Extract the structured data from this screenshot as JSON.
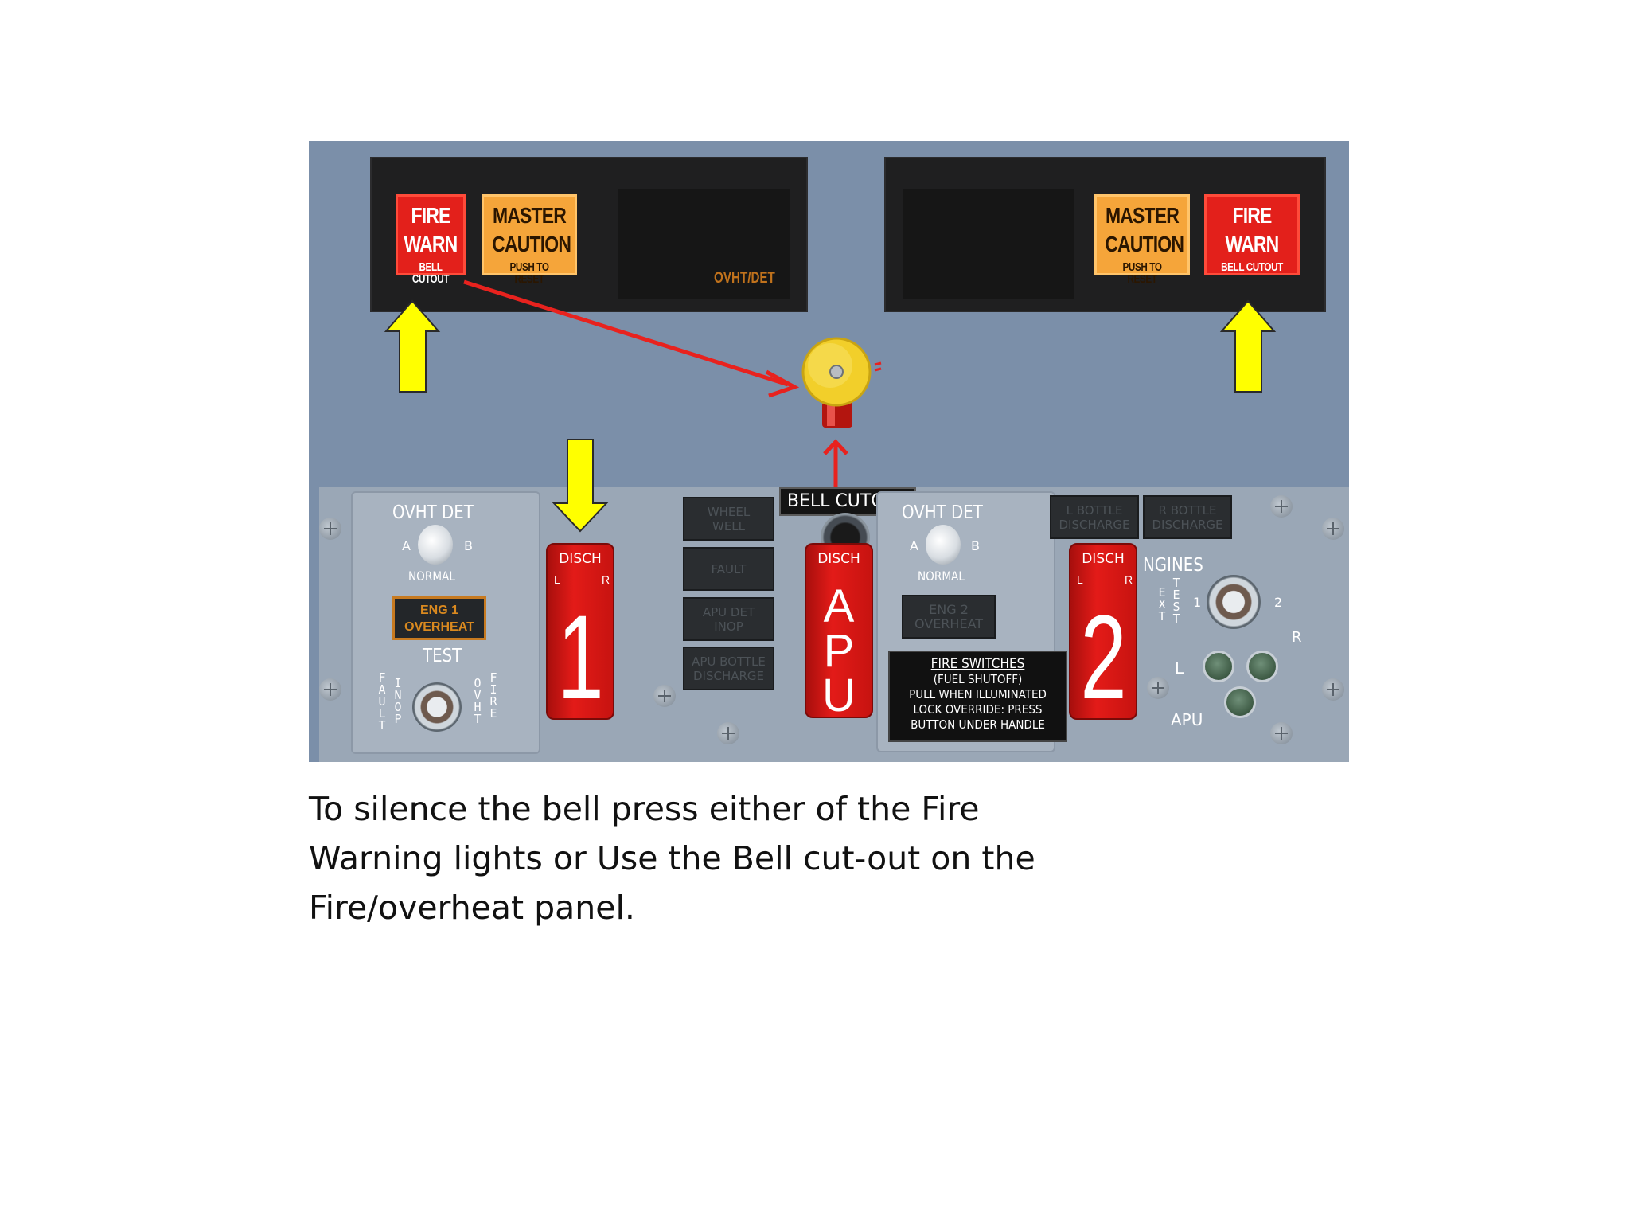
{
  "glareshield": {
    "left": {
      "fire_warn": {
        "line1": "FIRE",
        "line2": "WARN",
        "line3": "BELL CUTOUT"
      },
      "master_caution": {
        "line1": "MASTER",
        "line2": "CAUTION",
        "line3": "PUSH TO RESET"
      },
      "ovht_det_label": "OVHT/DET"
    },
    "right": {
      "master_caution": {
        "line1": "MASTER",
        "line2": "CAUTION",
        "line3": "PUSH TO RESET"
      },
      "fire_warn": {
        "line1": "FIRE",
        "line2": "WARN",
        "line3": "BELL CUTOUT"
      }
    }
  },
  "fire_panel": {
    "left_module": {
      "ovht_det": "OVHT DET",
      "toggle_a": "A",
      "toggle_b": "B",
      "normal": "NORMAL",
      "eng1_overheat_line1": "ENG 1",
      "eng1_overheat_line2": "OVERHEAT",
      "test": "TEST",
      "fault": "FAULT",
      "inop": "INOP",
      "ovht": "OVHT",
      "fire": "FIRE"
    },
    "handle_1": {
      "disch": "DISCH",
      "l": "L",
      "r": "R",
      "number": "1"
    },
    "center_lights": {
      "wheel_well": [
        "WHEEL",
        "WELL"
      ],
      "fault": [
        "FAULT"
      ],
      "apu_det_inop": [
        "APU DET",
        "INOP"
      ],
      "apu_bottle_discharge": [
        "APU BOTTLE",
        "DISCHARGE"
      ]
    },
    "bell_cutout": "BELL CUTOUT",
    "apu_handle": {
      "disch": "DISCH",
      "letters": [
        "A",
        "P",
        "U"
      ]
    },
    "right_module": {
      "ovht_det": "OVHT DET",
      "toggle_a": "A",
      "toggle_b": "B",
      "normal": "NORMAL",
      "eng2_overheat_line1": "ENG 2",
      "eng2_overheat_line2": "OVERHEAT"
    },
    "fire_switches_placard": [
      "FIRE SWITCHES",
      "(FUEL SHUTOFF)",
      "PULL WHEN ILLUMINATED",
      "LOCK OVERRIDE: PRESS",
      "BUTTON UNDER HANDLE"
    ],
    "handle_2": {
      "disch": "DISCH",
      "l": "L",
      "r": "R",
      "number": "2"
    },
    "bottle_lights": {
      "l_bottle": [
        "L BOTTLE",
        "DISCHARGE"
      ],
      "r_bottle": [
        "R BOTTLE",
        "DISCHARGE"
      ]
    },
    "engines_module": {
      "engines": "NGINES",
      "ext": "EXT",
      "test": "TEST",
      "one": "1",
      "two": "2",
      "l": "L",
      "r": "R",
      "apu": "APU"
    }
  },
  "caption": {
    "line1": "To silence the bell press either of the Fire",
    "line2": "Warning lights or Use the Bell cut-out on the",
    "line3": "Fire/overheat panel."
  },
  "colors": {
    "panel_background": "#7b8fa9",
    "fire_warn": "#e3201b",
    "master_caution": "#f5a53a",
    "pointer_arrow": "#ffff00",
    "annotation_arrow": "#e8221e",
    "bell": "#f2cf2a"
  },
  "icons": [
    "bell-icon",
    "yellow-arrow-icon",
    "red-arrow-icon",
    "screw-icon",
    "test-switch-icon"
  ]
}
